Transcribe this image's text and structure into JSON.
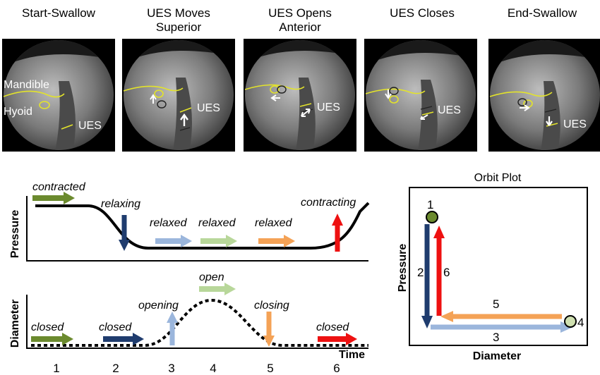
{
  "frames": [
    {
      "title_line1": "Start-Swallow",
      "title_line2": "",
      "labels": [
        "Mandible",
        "Hyoid",
        "UES"
      ]
    },
    {
      "title_line1": "UES Moves",
      "title_line2": "Superior",
      "labels": [
        "UES"
      ]
    },
    {
      "title_line1": "UES Opens",
      "title_line2": "Anterior",
      "labels": [
        "UES"
      ]
    },
    {
      "title_line1": "UES Closes",
      "title_line2": "",
      "labels": [
        "UES"
      ]
    },
    {
      "title_line1": "End-Swallow",
      "title_line2": "",
      "labels": [
        "UES"
      ]
    }
  ],
  "pressure_panel": {
    "axis_label": "Pressure",
    "states": [
      "contracted",
      "relaxing",
      "relaxed",
      "relaxed",
      "relaxed",
      "contracting"
    ]
  },
  "diameter_panel": {
    "axis_label": "Diameter",
    "time_label": "Time",
    "states": [
      "closed",
      "closed",
      "opening",
      "open",
      "closing",
      "closed"
    ]
  },
  "steps": [
    "1",
    "2",
    "3",
    "4",
    "5",
    "6"
  ],
  "orbit_plot": {
    "title": "Orbit Plot",
    "ylabel": "Pressure",
    "xlabel": "Diameter",
    "point_labels": [
      "1",
      "4"
    ],
    "arrow_labels": [
      "2",
      "6",
      "5",
      "3"
    ]
  },
  "colors": {
    "green_dark": "#6b8a2e",
    "navy": "#1f3c6e",
    "light_blue": "#9bb6dc",
    "light_green": "#b8d79a",
    "orange": "#f4a256",
    "red": "#ee1111",
    "mandible_yellow": "#e3e32a"
  }
}
